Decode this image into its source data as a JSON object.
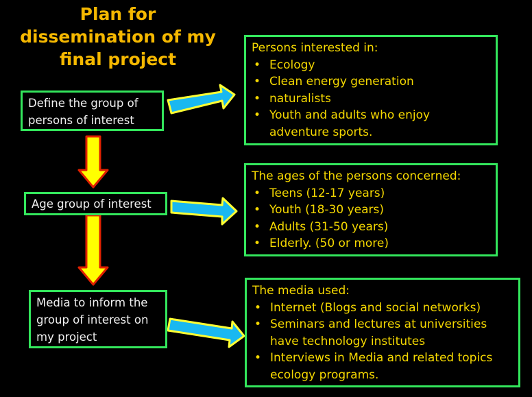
{
  "title": {
    "line1": "Plan for",
    "line2": "dissemination of my",
    "line3": "final project"
  },
  "steps": [
    {
      "label": "Define the group of persons of interest"
    },
    {
      "label": "Age group of interest"
    },
    {
      "label": "Media to inform the group of interest on my project"
    }
  ],
  "details": [
    {
      "heading": "Persons interested in:",
      "items": [
        "Ecology",
        "Clean energy generation",
        "naturalists",
        "Youth and adults who enjoy adventure sports."
      ]
    },
    {
      "heading": "The ages of the persons concerned:",
      "items": [
        "Teens (12-17 years)",
        "Youth (18-30 years)",
        "Adults (31-50 years)",
        "Elderly. (50 or more)"
      ]
    },
    {
      "heading": "The media used:",
      "items": [
        "Internet (Blogs and social networks)",
        "Seminars and lectures at universities have technology institutes",
        "Interviews in Media and related topics ecology programs."
      ]
    }
  ],
  "colors": {
    "title": "#f5b800",
    "box_border": "#33e65c",
    "detail_text": "#f5d800",
    "step_text": "#f0f0f0",
    "down_arrow_fill": "#ffff00",
    "down_arrow_stroke": "#e02000",
    "right_arrow_fill": "#1ab8f0",
    "right_arrow_stroke": "#ffff33"
  }
}
